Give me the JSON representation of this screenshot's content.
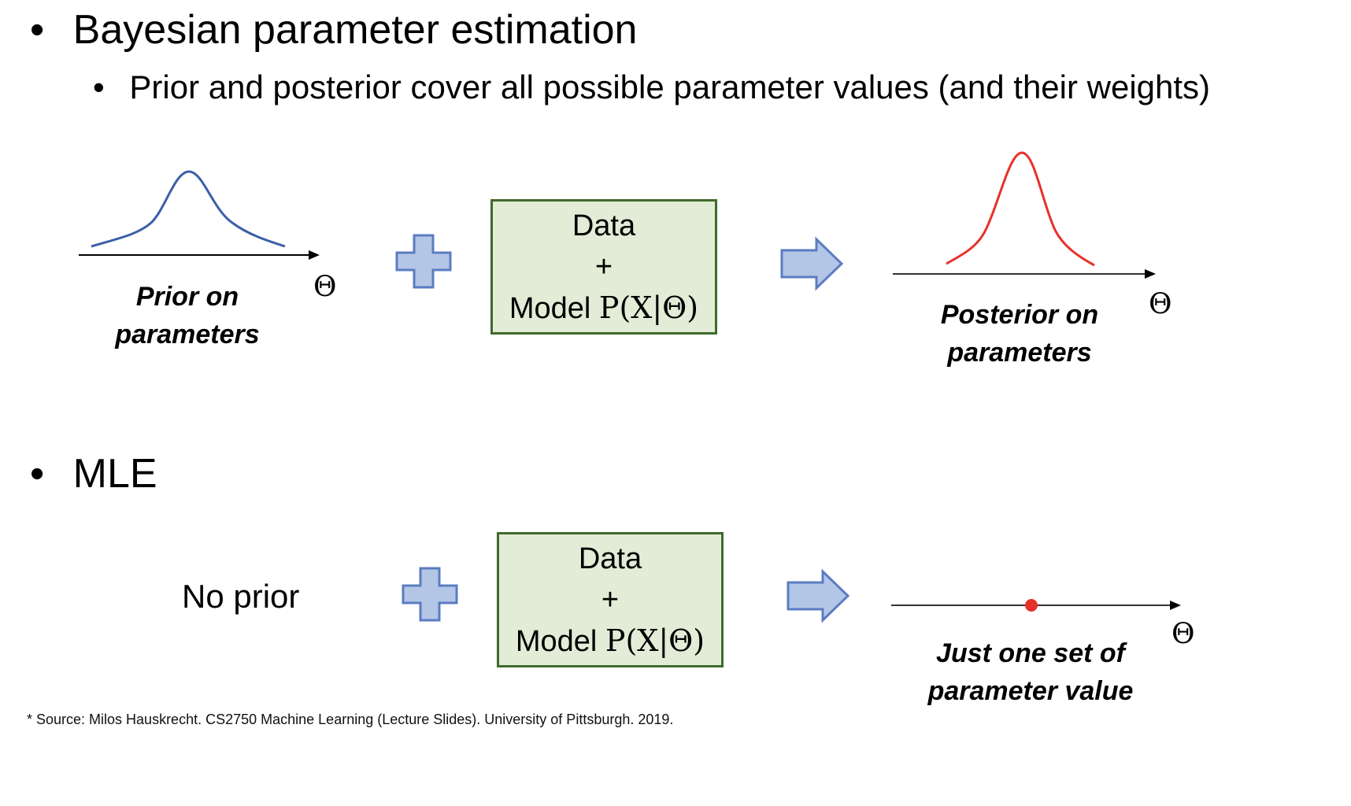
{
  "bayes": {
    "bullet": "•",
    "title": "Bayesian parameter estimation",
    "sub_bullet": "•",
    "subtitle": "Prior and posterior cover all possible parameter values (and their weights)",
    "prior_caption_line1": "Prior on",
    "prior_caption_line2": "parameters",
    "prior_axis_symbol": "Θ",
    "data_box": {
      "line1": "Data",
      "line2": "+",
      "model_prefix": "Model ",
      "model_formula": "P(X|Θ)"
    },
    "posterior_caption_line1": "Posterior on",
    "posterior_caption_line2": "parameters",
    "posterior_axis_symbol": "Θ",
    "prior_curve_color": "#3b5fa8",
    "posterior_curve_color": "#e8302a"
  },
  "mle": {
    "bullet": "•",
    "title": "MLE",
    "no_prior": "No prior",
    "data_box": {
      "line1": "Data",
      "line2": "+",
      "model_prefix": "Model ",
      "model_formula": "P(X|Θ)"
    },
    "result_caption_line1": "Just one set of",
    "result_caption_line2": "parameter value",
    "axis_symbol": "Θ",
    "point_color": "#e8302a"
  },
  "icons": {
    "plus": "plus-icon",
    "arrow": "right-arrow-icon",
    "fill": "#b4c6e6",
    "stroke": "#5b7cc2"
  },
  "footnote": "* Source: Milos Hauskrecht. CS2750 Machine Learning (Lecture Slides). University of Pittsburgh. 2019."
}
